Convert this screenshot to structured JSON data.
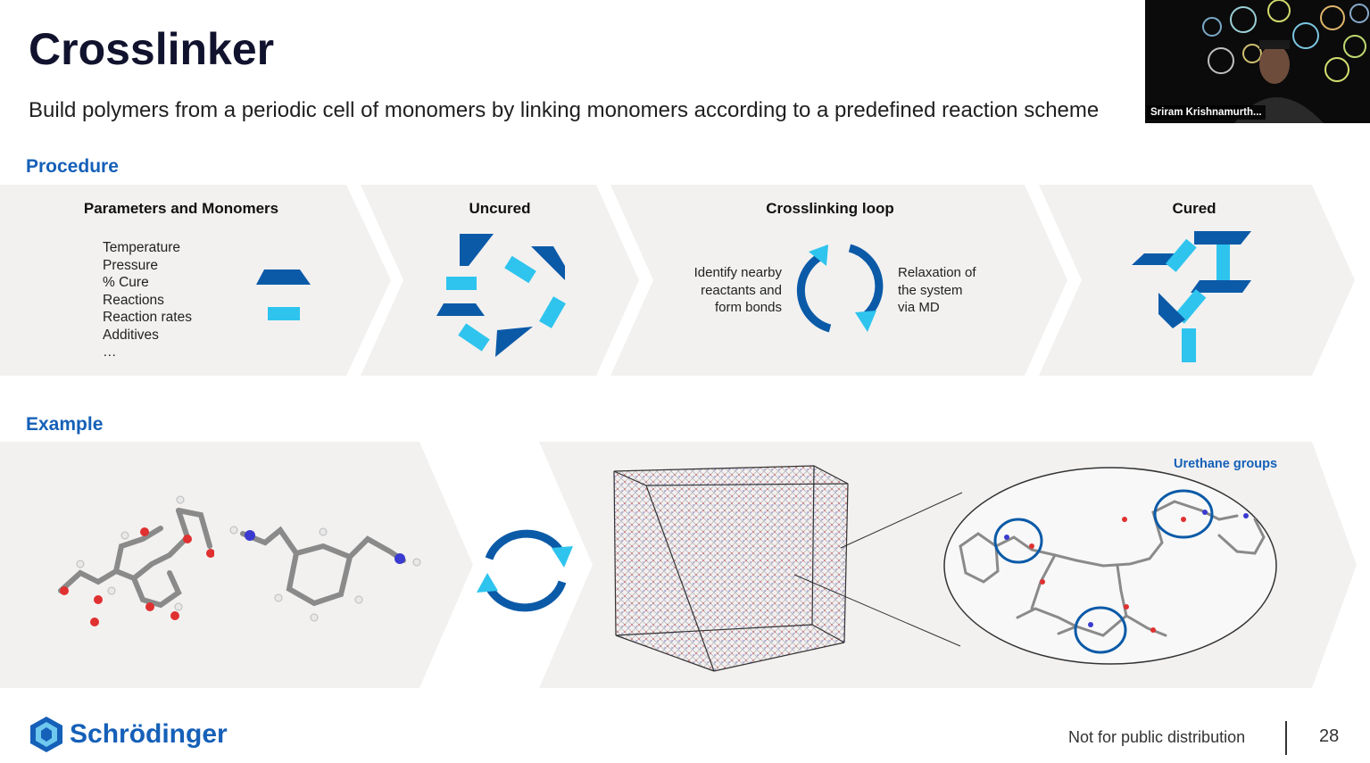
{
  "slide": {
    "title": "Crosslinker",
    "subtitle": "Build polymers from a periodic cell of monomers by linking monomers according to a predefined reaction scheme",
    "procedure_label": "Procedure",
    "example_label": "Example",
    "steps": [
      {
        "title": "Parameters and Monomers"
      },
      {
        "title": "Uncured"
      },
      {
        "title": "Crosslinking loop"
      },
      {
        "title": "Cured"
      }
    ],
    "parameters": [
      "Temperature",
      "Pressure",
      "% Cure",
      "Reactions",
      "Reaction rates",
      "Additives",
      "…"
    ],
    "loop_left": [
      "Identify nearby",
      "reactants and",
      "form bonds"
    ],
    "loop_right": [
      "Relaxation of",
      "the system",
      "via MD"
    ],
    "urethane_label": "Urethane groups",
    "footer_note": "Not for public distribution",
    "page_number": "28",
    "logo_text": "Schrödinger"
  },
  "video": {
    "participant_name": "Sriram Krishnamurth..."
  },
  "colors": {
    "dark_blue": "#0b5aa8",
    "light_blue": "#2ec4ee",
    "band_gray": "#f2f1f0",
    "title_text": "#11132e",
    "accent": "#1560b8"
  }
}
